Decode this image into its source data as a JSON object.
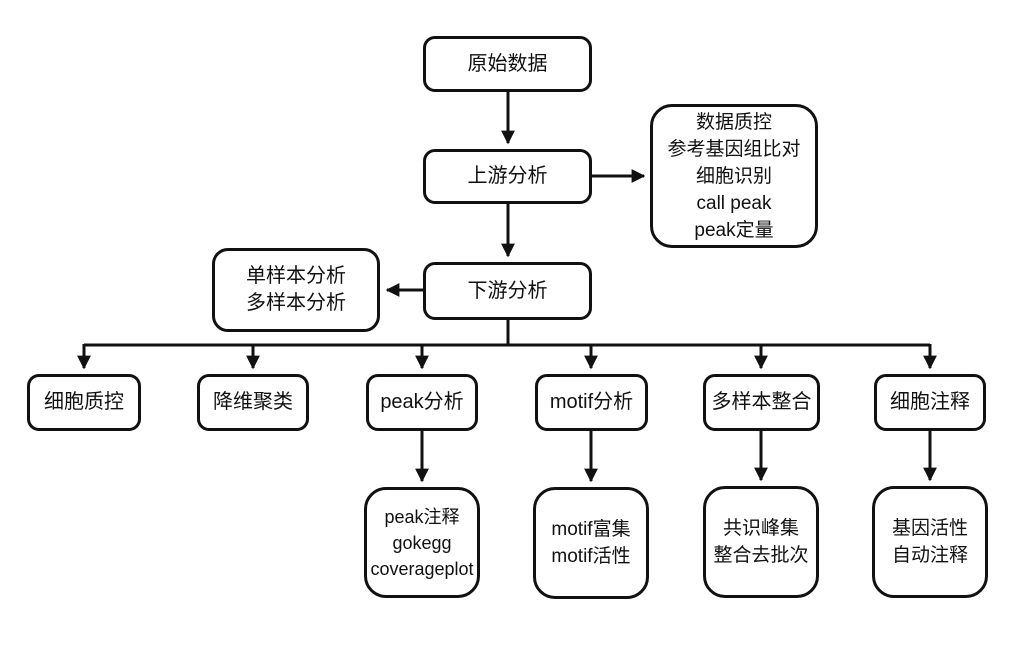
{
  "diagram": {
    "type": "flowchart",
    "colors": {
      "stroke": "#111111",
      "background": "#ffffff",
      "text": "#111111"
    },
    "nodes": {
      "raw_data": {
        "label": "原始数据"
      },
      "upstream": {
        "label": "上游分析"
      },
      "upstream_detail": {
        "lines": [
          "数据质控",
          "参考基因组比对",
          "细胞识别",
          "call peak",
          "peak定量"
        ]
      },
      "downstream": {
        "label": "下游分析"
      },
      "sample_modes": {
        "lines": [
          "单样本分析",
          "多样本分析"
        ]
      },
      "cell_qc": {
        "label": "细胞质控"
      },
      "dim_reduction": {
        "label": "降维聚类"
      },
      "peak_analysis": {
        "label": "peak分析"
      },
      "motif_analysis": {
        "label": "motif分析"
      },
      "multi_sample_integration": {
        "label": "多样本整合"
      },
      "cell_annotation": {
        "label": "细胞注释"
      },
      "peak_detail": {
        "lines": [
          "peak注释",
          "gokegg",
          "coverageplot"
        ]
      },
      "motif_detail": {
        "lines": [
          "motif富集",
          "motif活性"
        ]
      },
      "integration_detail": {
        "lines": [
          "共识峰集",
          "整合去批次"
        ]
      },
      "annotation_detail": {
        "lines": [
          "基因活性",
          "自动注释"
        ]
      }
    }
  }
}
